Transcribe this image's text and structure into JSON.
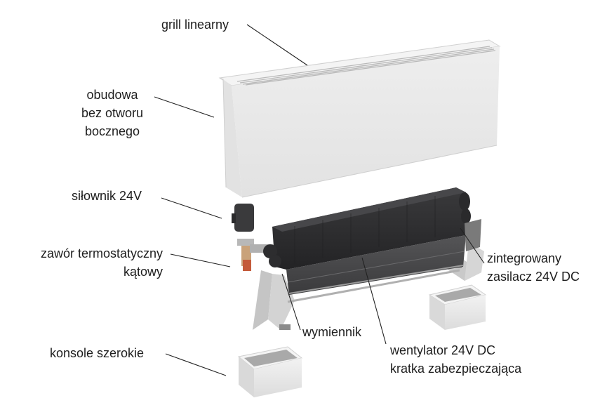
{
  "labels": {
    "grill": "grill linearny",
    "housing": [
      "obudowa",
      "bez otworu",
      "bocznego"
    ],
    "actuator": "siłownik 24V",
    "valve": [
      "zawór termostatyczny",
      "kątowy"
    ],
    "power_supply": [
      "zintegrowany",
      "zasilacz 24V DC"
    ],
    "exchanger": "wymiennik",
    "fan": [
      "wentylator 24V DC",
      "kratka zabezpieczająca"
    ],
    "brackets": "konsole szerokie"
  },
  "colors": {
    "housing": "#e9e9e9",
    "exchanger": "#2f2f31",
    "bracket": "#c9c9c9",
    "leader": "#222222",
    "text": "#1e1e1e"
  }
}
